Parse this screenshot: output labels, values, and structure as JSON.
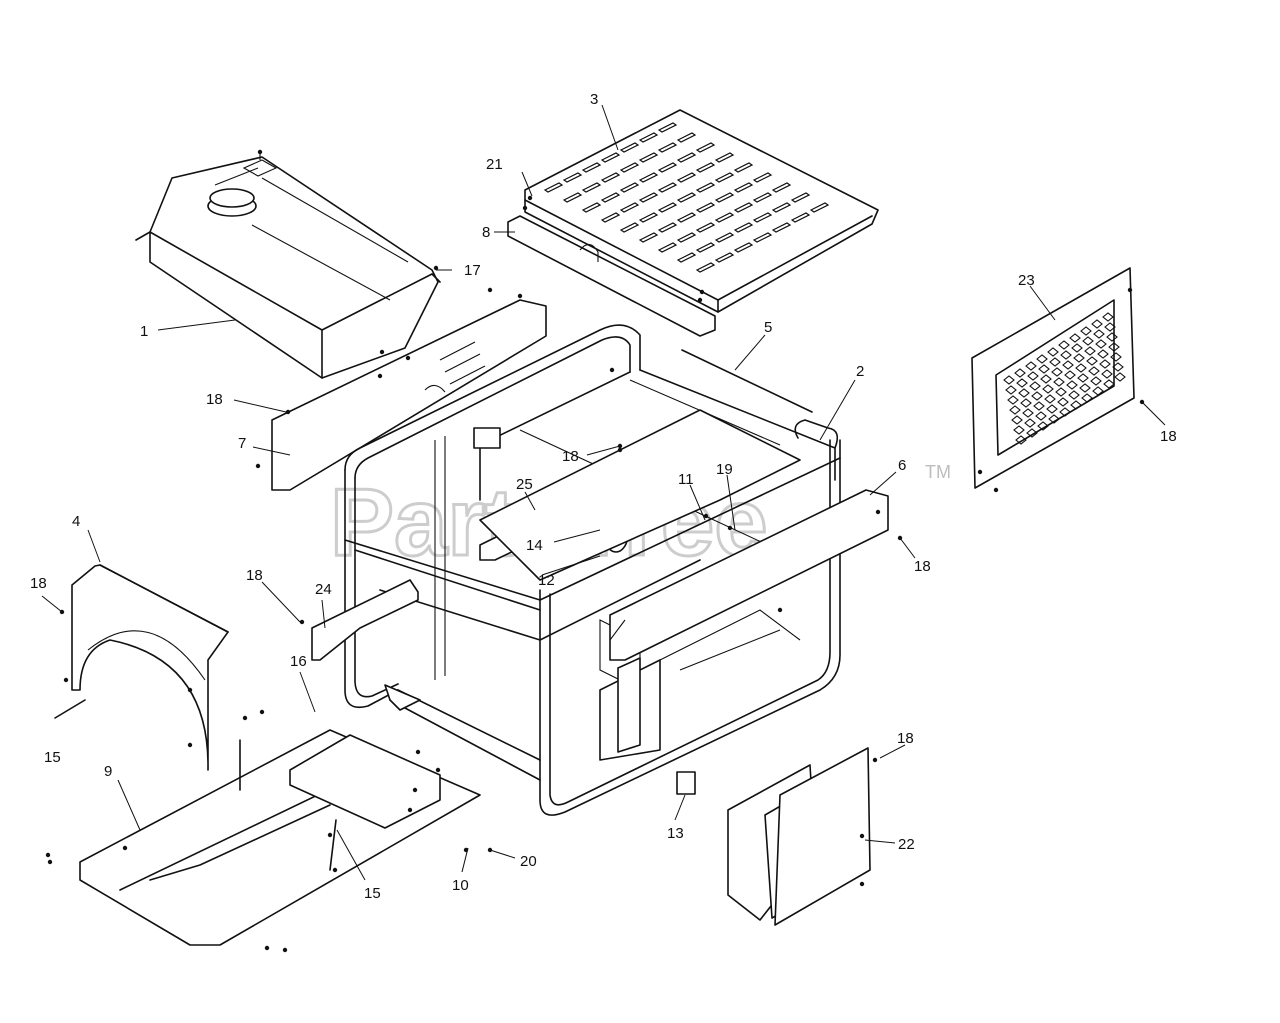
{
  "watermark": {
    "text": "PartsTree",
    "mark": "TM"
  },
  "callouts": [
    {
      "id": "c1",
      "label": "1"
    },
    {
      "id": "c2",
      "label": "2"
    },
    {
      "id": "c3",
      "label": "3"
    },
    {
      "id": "c4",
      "label": "4"
    },
    {
      "id": "c5",
      "label": "5"
    },
    {
      "id": "c6",
      "label": "6"
    },
    {
      "id": "c7",
      "label": "7"
    },
    {
      "id": "c8",
      "label": "8"
    },
    {
      "id": "c9",
      "label": "9"
    },
    {
      "id": "c10",
      "label": "10"
    },
    {
      "id": "c11",
      "label": "11"
    },
    {
      "id": "c12",
      "label": "12"
    },
    {
      "id": "c13",
      "label": "13"
    },
    {
      "id": "c14",
      "label": "14"
    },
    {
      "id": "c15a",
      "label": "15"
    },
    {
      "id": "c15b",
      "label": "15"
    },
    {
      "id": "c16",
      "label": "16"
    },
    {
      "id": "c17",
      "label": "17"
    },
    {
      "id": "c18a",
      "label": "18"
    },
    {
      "id": "c18b",
      "label": "18"
    },
    {
      "id": "c18c",
      "label": "18"
    },
    {
      "id": "c18d",
      "label": "18"
    },
    {
      "id": "c18e",
      "label": "18"
    },
    {
      "id": "c18f",
      "label": "18"
    },
    {
      "id": "c18g",
      "label": "18"
    },
    {
      "id": "c19",
      "label": "19"
    },
    {
      "id": "c20",
      "label": "20"
    },
    {
      "id": "c21",
      "label": "21"
    },
    {
      "id": "c22",
      "label": "22"
    },
    {
      "id": "c23",
      "label": "23"
    },
    {
      "id": "c24",
      "label": "24"
    },
    {
      "id": "c25",
      "label": "25"
    }
  ]
}
